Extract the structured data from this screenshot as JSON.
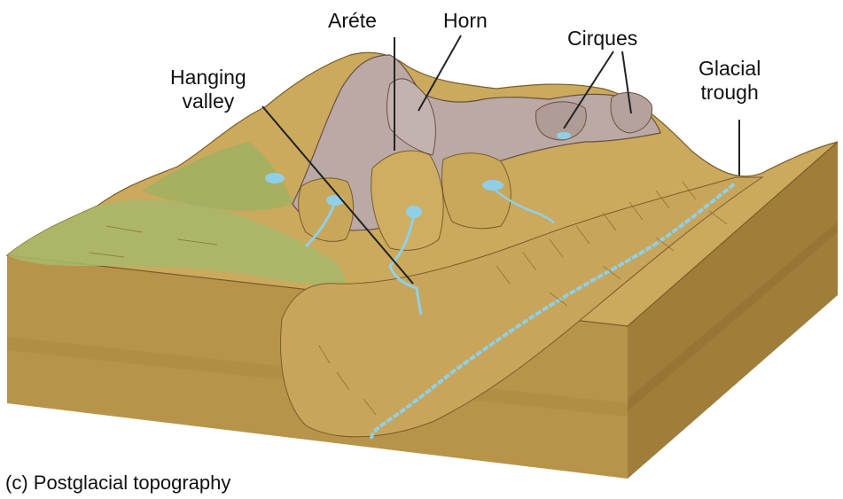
{
  "labels": {
    "arete": "Aréte",
    "horn": "Horn",
    "cirques": "Cirques",
    "hanging_valley_line1": "Hanging",
    "hanging_valley_line2": "valley",
    "glacial_trough_line1": "Glacial",
    "glacial_trough_line2": "trough"
  },
  "caption": "(c) Postglacial topography",
  "colors": {
    "terrain_tan": "#c9a95c",
    "block_side_front": "#b48f45",
    "block_side_right": "#9e7a36",
    "rock_gray": "#b9a9a8",
    "vegetation_green": "#a9b86c",
    "water_blue": "#8fd0e8",
    "leader_line": "#222222"
  }
}
